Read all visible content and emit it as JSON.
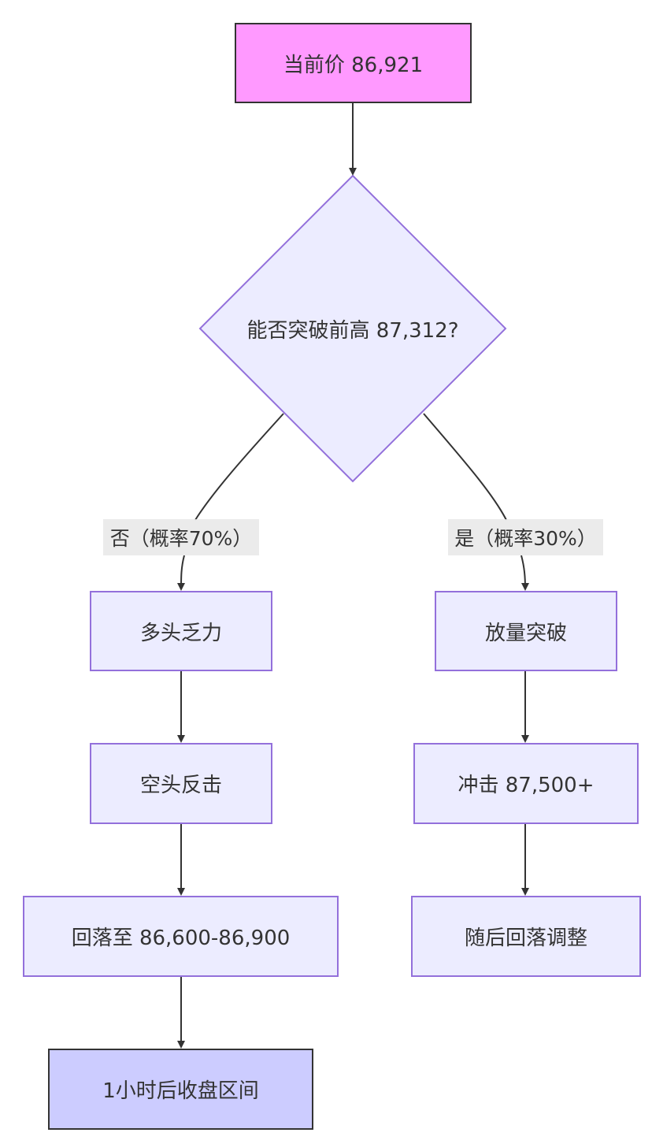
{
  "colors": {
    "node_fill": "#ECECFF",
    "node_stroke": "#9370DB",
    "start_fill": "#FF99FF",
    "end_fill": "#CCCCFF",
    "edge": "#333333",
    "label_bg": "#E8E8E8"
  },
  "nodes": {
    "start": "当前价 86,921",
    "decision": "能否突破前高 87,312?",
    "no_1": "多头乏力",
    "no_2": "空头反击",
    "no_3": "回落至 86,600-86,900",
    "end": "1小时后收盘区间",
    "yes_1": "放量突破",
    "yes_2": "冲击 87,500+",
    "yes_3": "随后回落调整"
  },
  "edges": {
    "no_label": "否（概率70%）",
    "yes_label": "是（概率30%）"
  }
}
